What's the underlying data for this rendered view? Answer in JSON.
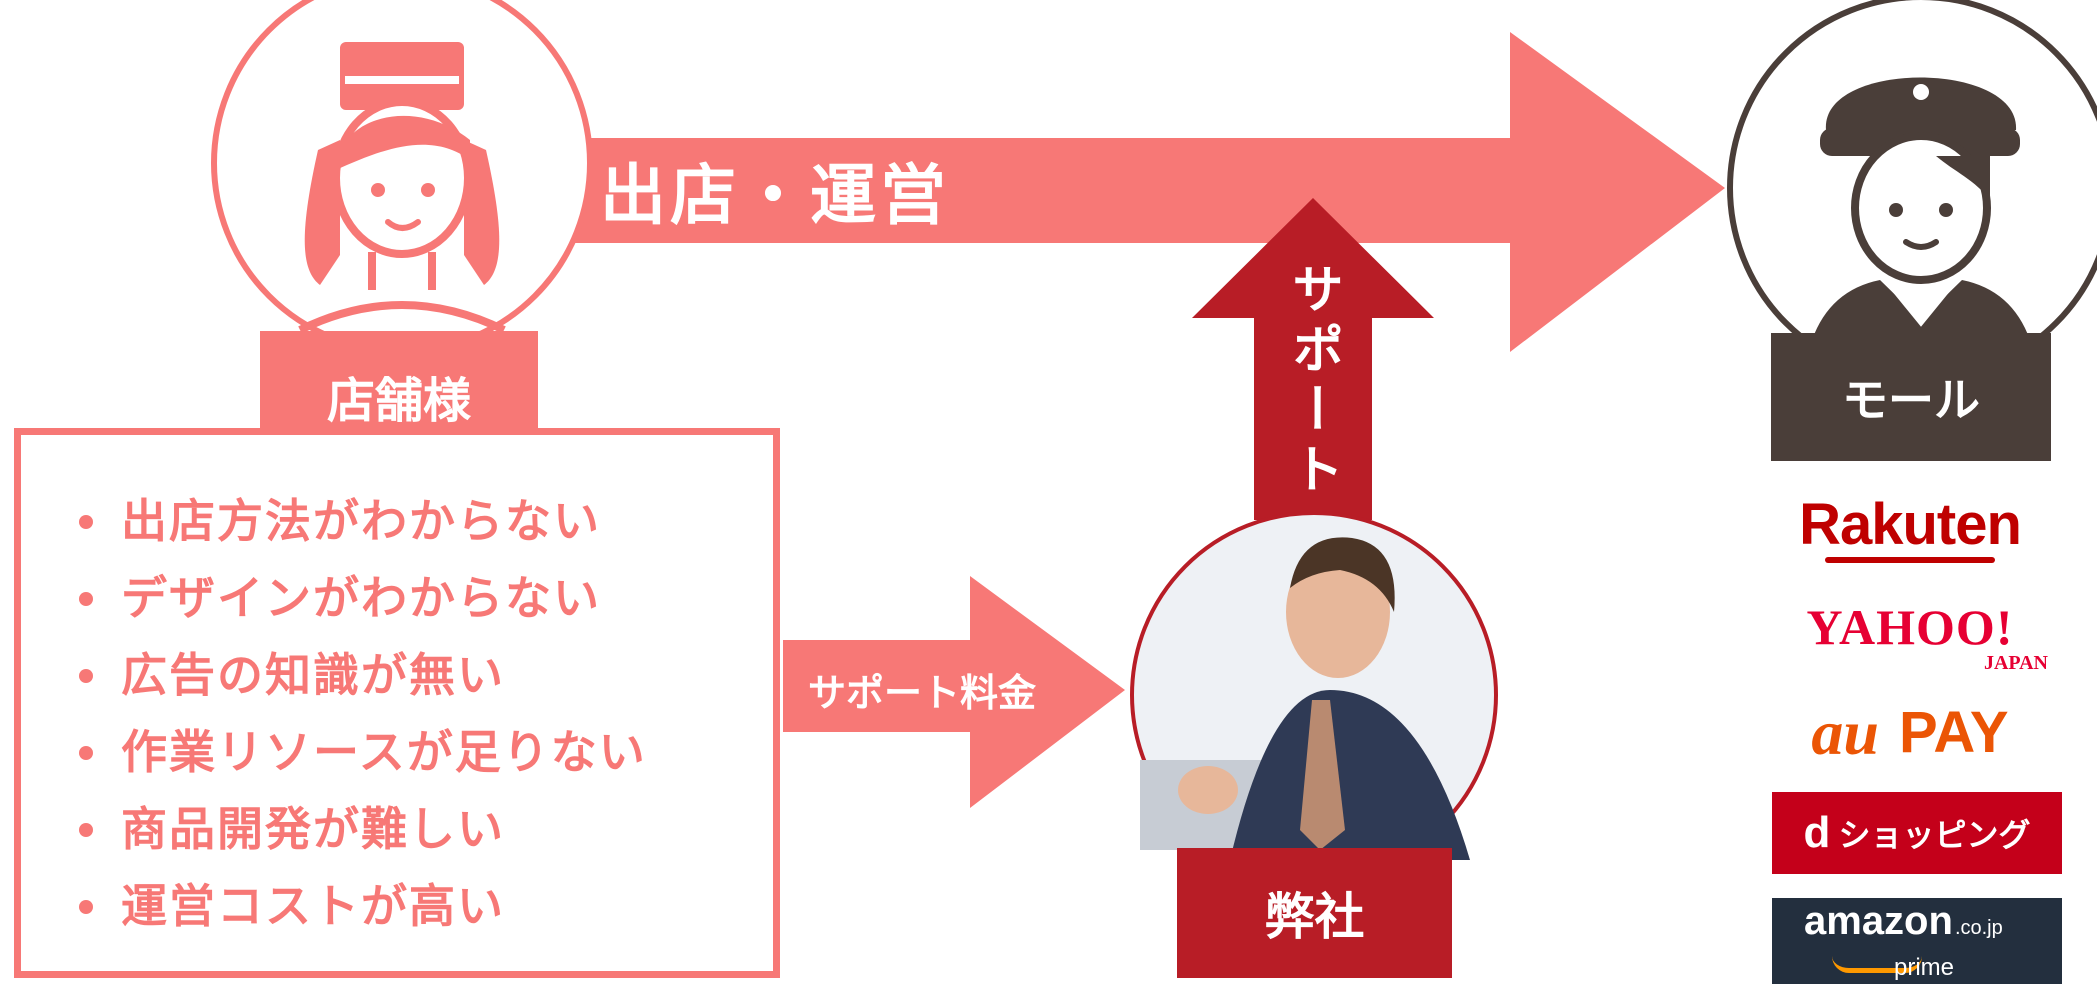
{
  "colors": {
    "pink": "#f77876",
    "dark_red": "#b81d26",
    "brown": "#4a3e39",
    "rakuten_red": "#bf0000",
    "yahoo_red": "#e60033",
    "au_orange": "#eb5505",
    "dshop_red": "#c4001a",
    "amazon_dark": "#232f3e",
    "amazon_orange": "#ff9900"
  },
  "actors": {
    "store": {
      "label": "店舗様",
      "icon": "shop-clerk-icon"
    },
    "company": {
      "label": "弊社",
      "icon": "staff-photo"
    },
    "mall": {
      "label": "モール",
      "icon": "mall-staff-icon"
    }
  },
  "arrows": {
    "open_operate": "出店・運営",
    "support": "サポート",
    "support_fee": "サポート料金"
  },
  "issues": [
    "出店方法がわからない",
    "デザインがわからない",
    "広告の知識が無い",
    "作業リソースが足りない",
    "商品開発が難しい",
    "運営コストが高い"
  ],
  "malls": {
    "rakuten": "Rakuten",
    "yahoo_main": "YAHOO!",
    "yahoo_sub": "JAPAN",
    "au_pay_au": "au",
    "au_pay_pay": "PAY",
    "d_shopping_d": "d",
    "d_shopping_text": "ショッピング",
    "amazon_main": "amazon",
    "amazon_domain": ".co.jp",
    "amazon_prime": "prime"
  }
}
